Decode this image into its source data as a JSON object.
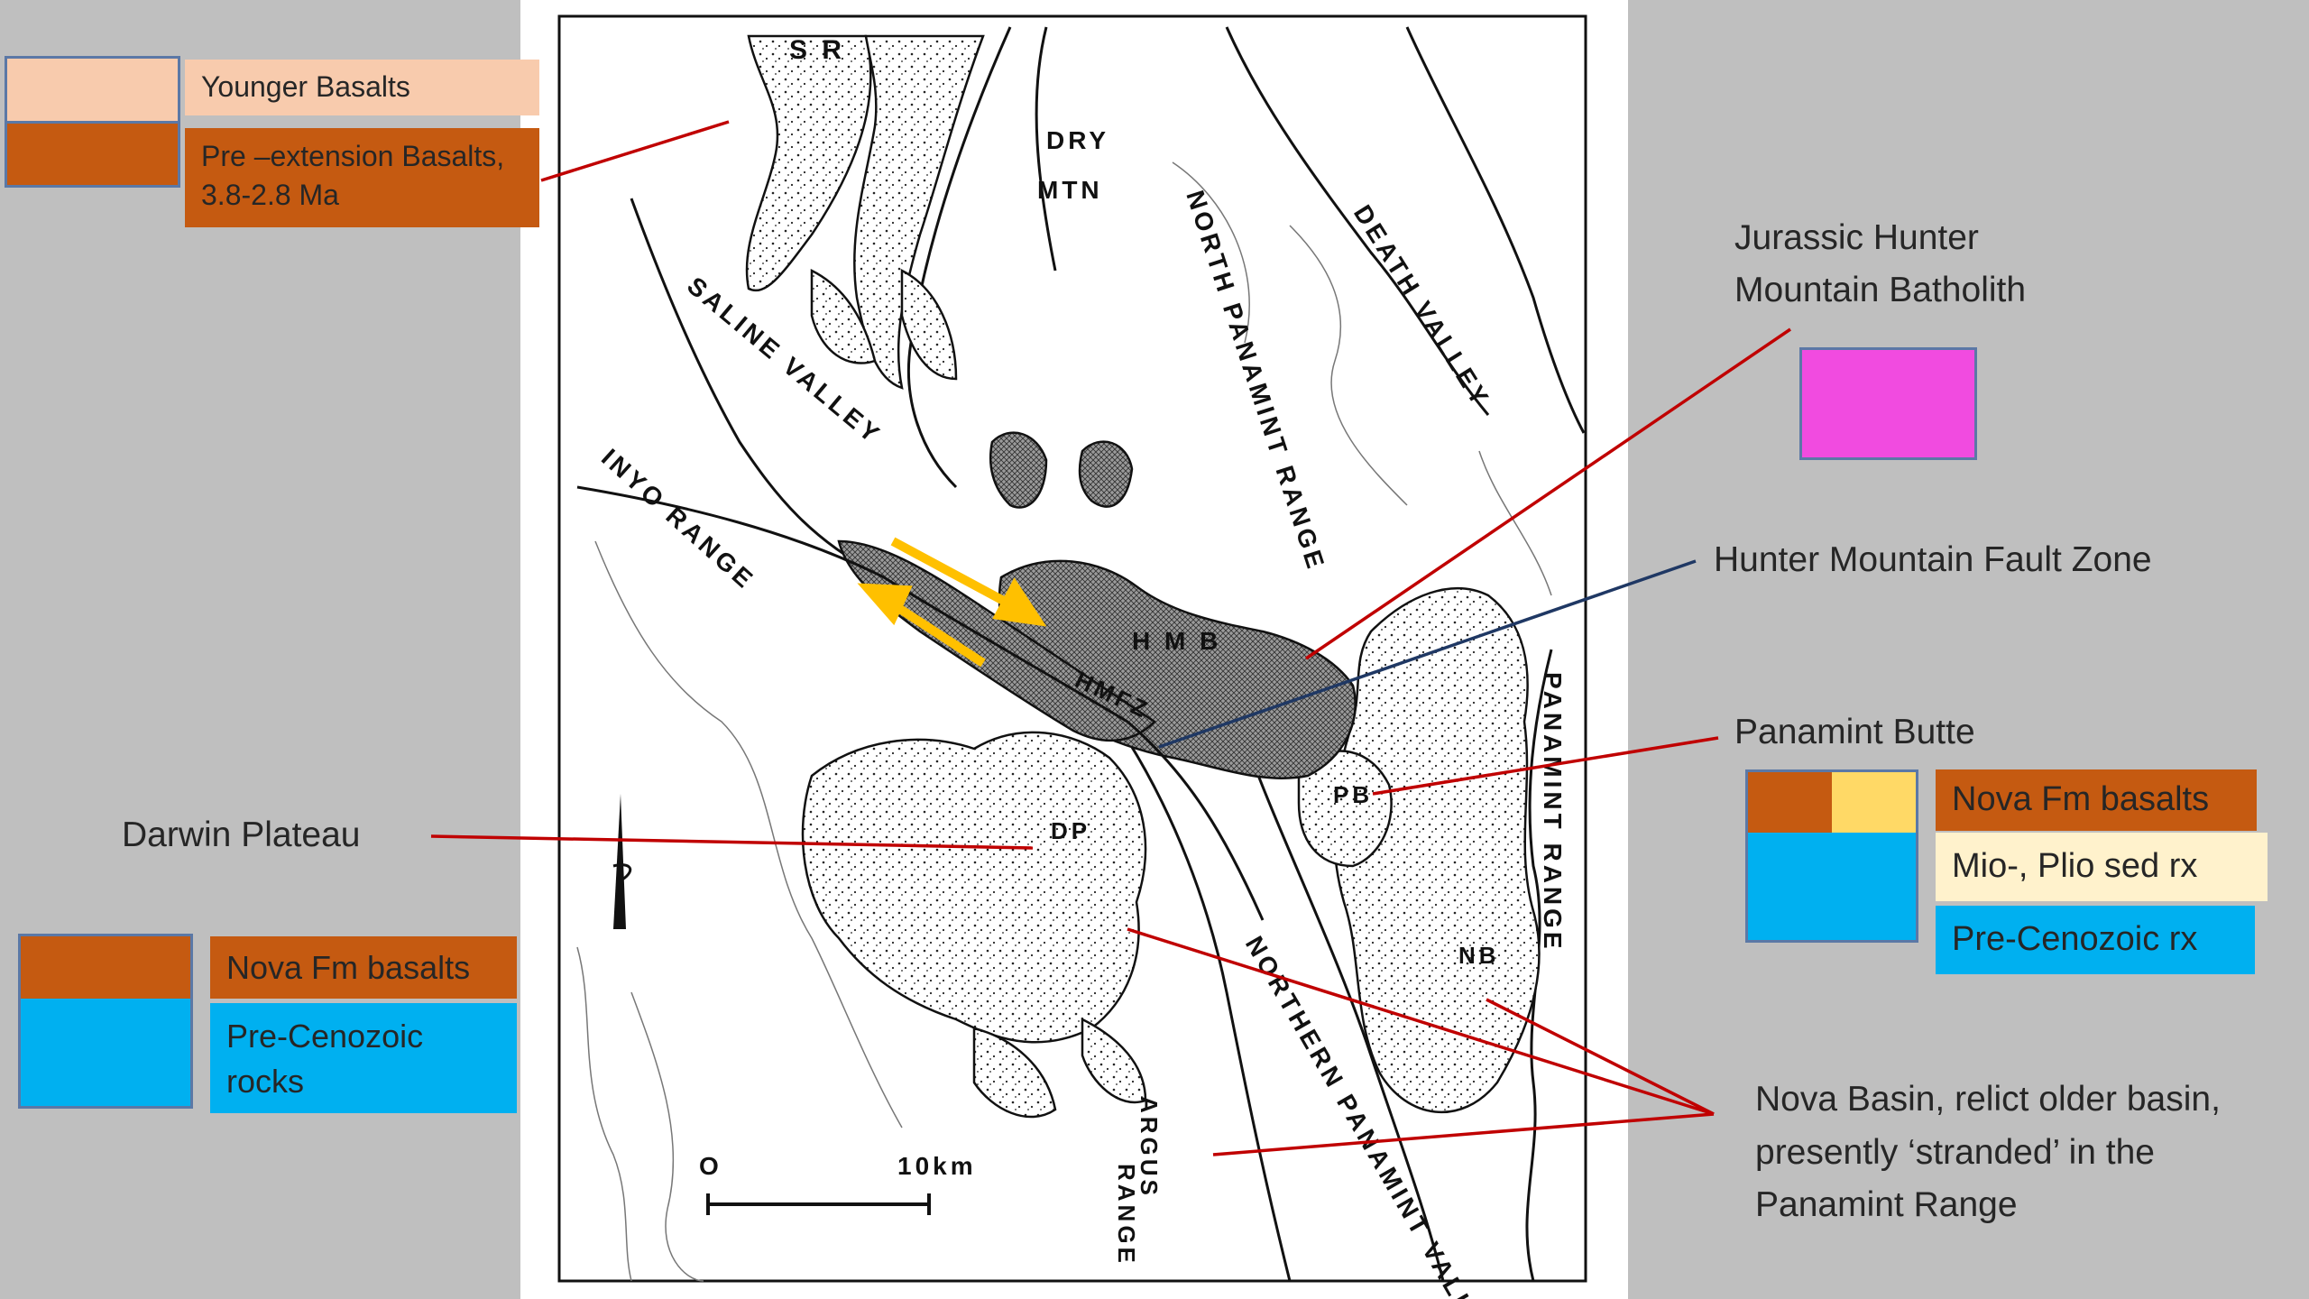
{
  "map": {
    "labels": {
      "sr": "S R",
      "dry": "DRY",
      "mtn": "MTN",
      "north_panamint_range": "NORTH PANAMINT RANGE",
      "death_valley": "DEATH VALLEY",
      "saline_valley": "SALINE VALLEY",
      "inyo_range": "INYO RANGE",
      "hmb": "H M B",
      "hmfz": "HMFZ",
      "pb": "PB",
      "dp": "DP",
      "nb": "NB",
      "panamint_range": "PANAMINT RANGE",
      "northern_panamint_valley": "NORTHERN PANAMINT VALLEY",
      "argus": "ARGUS",
      "range": "RANGE",
      "scale_zero": "O",
      "scale_10km": "10km"
    },
    "fill_colors": {
      "stipple": "#cfcfcf",
      "crosshatch": "#8c8c8c",
      "arrow": "#ffc000"
    }
  },
  "legend_top_left": {
    "younger_basalts": "Younger Basalts",
    "pre_extension_line1": "Pre –extension Basalts,",
    "pre_extension_line2": "3.8-2.8 Ma",
    "colors": {
      "younger": "#f8cbad",
      "pre_extension": "#c55a11"
    }
  },
  "legend_hmb": {
    "line1": "Jurassic Hunter",
    "line2": "Mountain Batholith",
    "color": "#f14be0"
  },
  "annotations": {
    "hmfz": "Hunter Mountain Fault Zone",
    "panamint_butte": "Panamint Butte",
    "darwin_plateau": "Darwin Plateau",
    "nova_line1": "Nova Basin, relict older basin,",
    "nova_line2": "presently ‘stranded’ in the",
    "nova_line3": "Panamint Range"
  },
  "legend_right": {
    "nova": "Nova Fm basalts",
    "mio_plio": "Mio-, Plio sed rx",
    "pre_cenozoic": "Pre-Cenozoic rx",
    "colors": {
      "nova": "#c55a11",
      "mio_plio": "#ffd966",
      "pre_cenozoic": "#00b0f0"
    }
  },
  "legend_left": {
    "nova": "Nova Fm basalts",
    "pre_cenozoic_line1": "Pre-Cenozoic",
    "pre_cenozoic_line2": "rocks",
    "colors": {
      "nova": "#c55a11",
      "pre_cenozoic": "#00b0f0"
    }
  },
  "pointer_colors": {
    "red": "#c00000",
    "blue": "#1f3864"
  }
}
